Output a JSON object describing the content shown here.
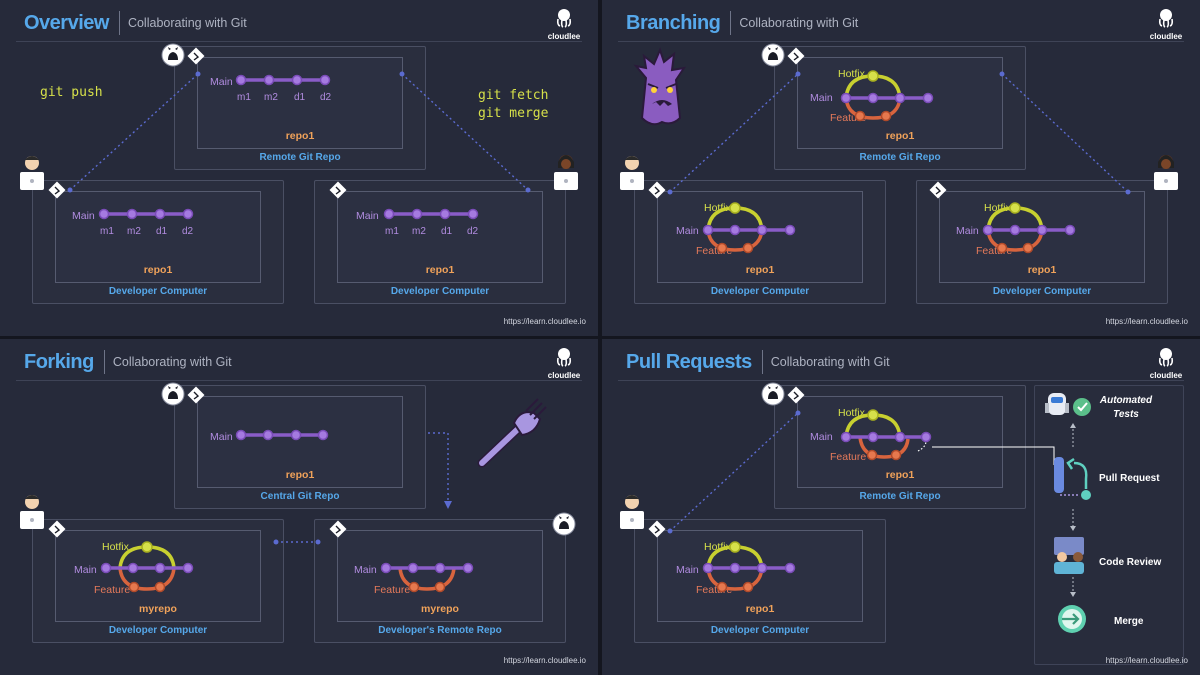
{
  "colors": {
    "panel": "#262a3a",
    "accent": "#56a8ea",
    "main": "#8a5cc8",
    "hotfix": "#c8d030",
    "feature": "#d8643e",
    "code": "#d6e04a"
  },
  "brand": {
    "name": "cloudlee",
    "footer": "https://learn.cloudlee.io"
  },
  "panels": [
    {
      "title": "Overview",
      "subtitle": "Collaborating with Git",
      "commands_left": "git push",
      "commands_right": [
        "git fetch",
        "git merge"
      ],
      "remote": {
        "name": "Remote Git Repo",
        "repo": "repo1",
        "branch": "Main",
        "commits": [
          "m1",
          "m2",
          "d1",
          "d2"
        ]
      },
      "left": {
        "name": "Developer Computer",
        "repo": "repo1",
        "branch": "Main",
        "commits": [
          "m1",
          "m2",
          "d1",
          "d2"
        ]
      },
      "right": {
        "name": "Developer Computer",
        "repo": "repo1",
        "branch": "Main",
        "commits": [
          "m1",
          "m2",
          "d1",
          "d2"
        ]
      }
    },
    {
      "title": "Branching",
      "subtitle": "Collaborating with Git",
      "remote": {
        "name": "Remote Git Repo",
        "repo": "repo1"
      },
      "left": {
        "name": "Developer Computer",
        "repo": "repo1"
      },
      "right": {
        "name": "Developer Computer",
        "repo": "repo1"
      },
      "branches": {
        "main": "Main",
        "hotfix": "Hotfix",
        "feature": "Feature"
      }
    },
    {
      "title": "Forking",
      "subtitle": "Collaborating with Git",
      "central": {
        "name": "Central Git Repo",
        "repo": "repo1",
        "branch": "Main"
      },
      "left": {
        "name": "Developer Computer",
        "repo": "myrepo"
      },
      "right": {
        "name": "Developer's Remote Repo",
        "repo": "myrepo"
      },
      "branches": {
        "main": "Main",
        "hotfix": "Hotfix",
        "feature": "Feature"
      }
    },
    {
      "title": "Pull Requests",
      "subtitle": "Collaborating with Git",
      "remote": {
        "name": "Remote Git Repo",
        "repo": "repo1"
      },
      "left": {
        "name": "Developer Computer",
        "repo": "repo1"
      },
      "branches": {
        "main": "Main",
        "hotfix": "Hotfix",
        "feature": "Feature"
      },
      "flow": {
        "tests_line1": "Automated",
        "tests_line2": "Tests",
        "pull_request": "Pull Request",
        "review": "Code Review",
        "merge": "Merge"
      }
    }
  ]
}
